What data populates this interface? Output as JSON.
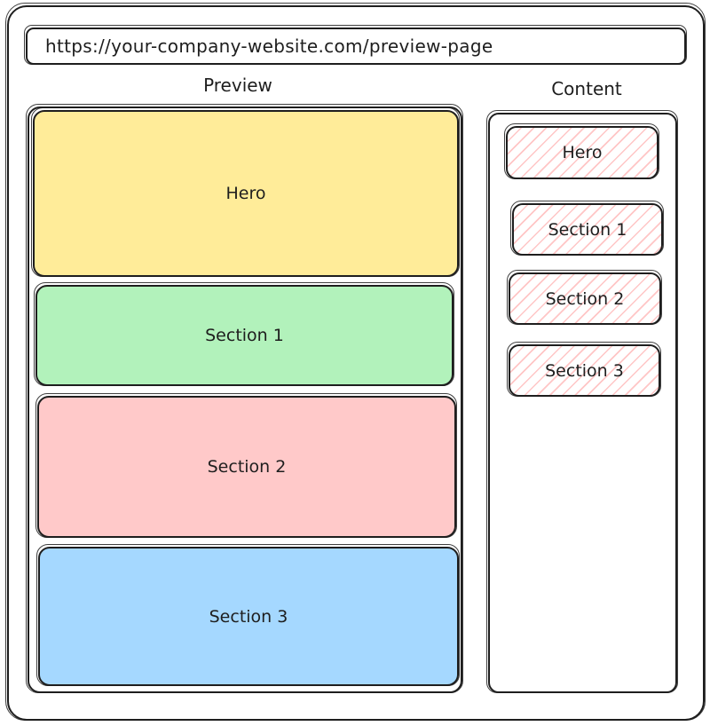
{
  "browser": {
    "url": "https://your-company-website.com/preview-page"
  },
  "preview": {
    "title": "Preview",
    "blocks": [
      {
        "label": "Hero",
        "color": "#ffec99"
      },
      {
        "label": "Section 1",
        "color": "#b2f2bb"
      },
      {
        "label": "Section 2",
        "color": "#ffc9c9"
      },
      {
        "label": "Section 3",
        "color": "#a5d8ff"
      }
    ]
  },
  "content": {
    "title": "Content",
    "items": [
      {
        "label": "Hero"
      },
      {
        "label": "Section 1"
      },
      {
        "label": "Section 2"
      },
      {
        "label": "Section 3"
      }
    ],
    "hatch_color": "#ff9696"
  }
}
